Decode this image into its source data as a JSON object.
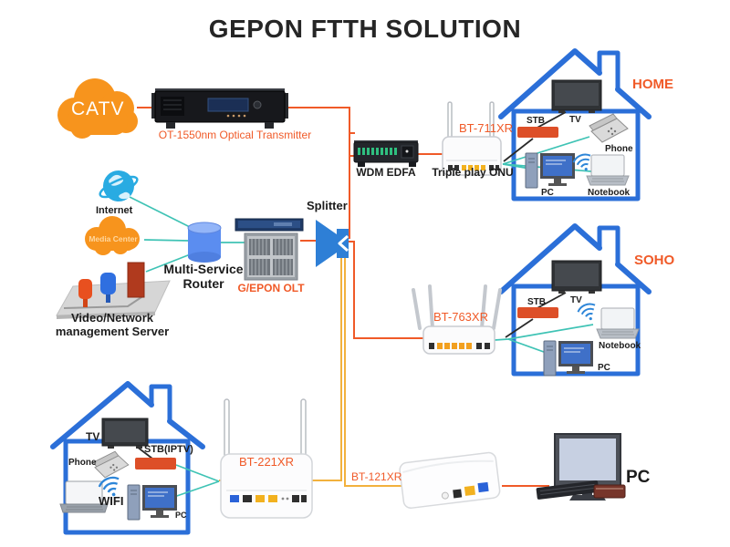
{
  "title": "GEPON FTTH SOLUTION",
  "headend": {
    "catv": "CATV",
    "transmitter": "OT-1550nm Optical Transmitter",
    "edfa": "WDM EDFA",
    "onu711_model": "BT-711XR",
    "onu711_label": "Triple play ONU"
  },
  "core": {
    "internet": "Internet",
    "media_center": "Media Center",
    "router_line1": "Multi-Service",
    "router_line2": "Router",
    "olt": "G/EPON OLT",
    "splitter": "Splitter",
    "server_line1": "Video/Network",
    "server_line2": "management Server"
  },
  "home": {
    "name": "HOME",
    "stb": "STB",
    "tv": "TV",
    "phone": "Phone",
    "pc": "PC",
    "notebook": "Notebook"
  },
  "soho": {
    "name": "SOHO",
    "stb": "STB",
    "tv": "TV",
    "notebook": "Notebook",
    "pc": "PC"
  },
  "house3": {
    "tv": "TV",
    "phone": "Phone",
    "stb": "STB(IPTV)",
    "wifi": "WIFI",
    "pc": "PC"
  },
  "cpe": {
    "bt763": "BT-763XR",
    "bt221": "BT-221XR",
    "bt121": "BT-121XR",
    "pc": "PC"
  },
  "colors": {
    "accent_orange": "#f05a28",
    "cloud_orange": "#f7941d",
    "house_blue": "#2b6fd8",
    "teal_line": "#3fc3b5",
    "yellow_line": "#f2b13d",
    "splitter_blue": "#2e7fd6"
  }
}
